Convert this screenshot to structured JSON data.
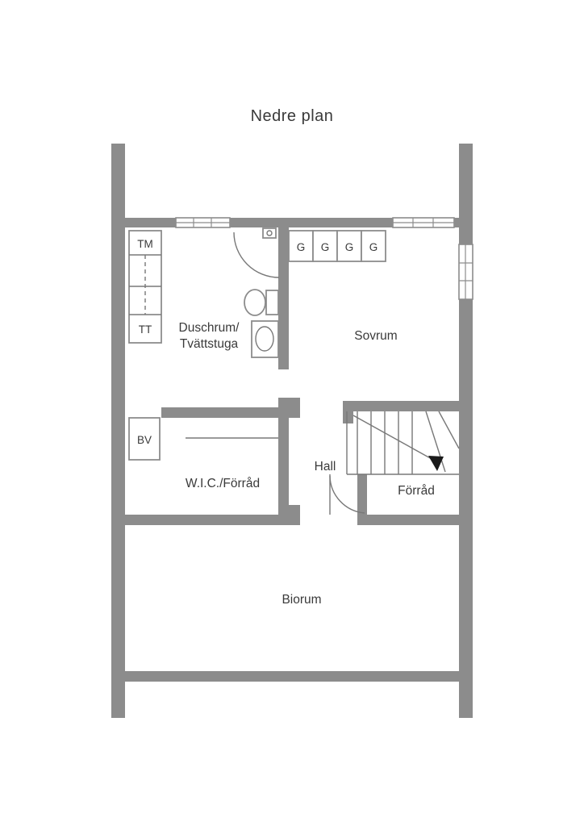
{
  "title": "Nedre plan",
  "colors": {
    "background": "#ffffff",
    "wall": "#8c8c8c",
    "fixture_line": "#8c8c8c",
    "thin_line": "#787878",
    "text": "#3a3a3a",
    "arrow": "#1a1a1a"
  },
  "rooms": {
    "duschrum_tvattstuga": {
      "label_line1": "Duschrum/",
      "label_line2": "Tvättstuga"
    },
    "sovrum": {
      "label": "Sovrum"
    },
    "hall": {
      "label": "Hall"
    },
    "forrad": {
      "label": "Förråd"
    },
    "wic_forrad": {
      "label": "W.I.C./Förråd"
    },
    "biorum": {
      "label": "Biorum"
    }
  },
  "fixtures": {
    "washing_machine": "TM",
    "dryer": "TT",
    "heating_unit": "BV",
    "wardrobes": [
      "G",
      "G",
      "G",
      "G"
    ]
  }
}
